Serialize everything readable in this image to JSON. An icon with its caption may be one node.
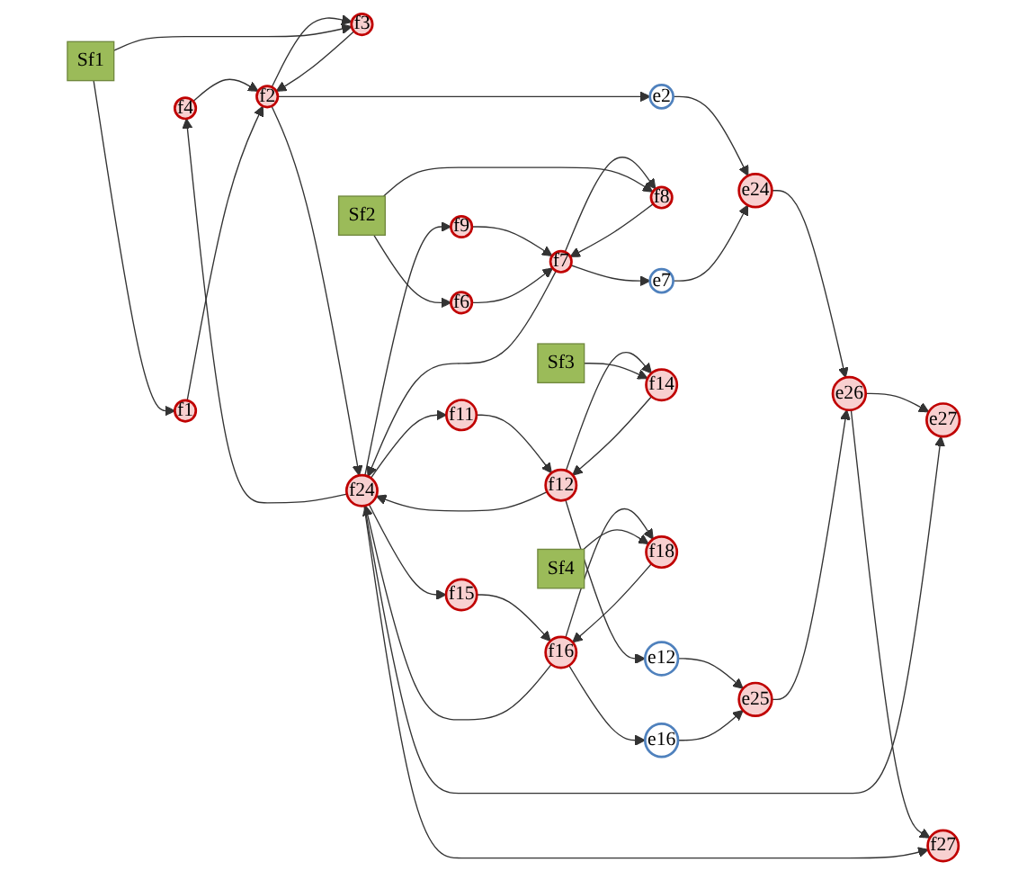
{
  "diagram": {
    "nodes": [
      {
        "text": [
          "f4"
        ]
      },
      {
        "text": [
          "Sf1"
        ]
      },
      {
        "text": [
          "f2"
        ]
      },
      {
        "text": [
          "f1"
        ]
      },
      {
        "text": [
          "f3"
        ]
      },
      {
        "text": [
          "f9"
        ]
      },
      {
        "text": [
          "Sf2"
        ]
      },
      {
        "text": [
          "f7"
        ]
      },
      {
        "text": [
          "e2"
        ]
      },
      {
        "text": [
          "e24"
        ]
      },
      {
        "text": [
          "f6"
        ]
      },
      {
        "text": [
          "f8"
        ]
      },
      {
        "text": [
          "e7"
        ]
      },
      {
        "text": [
          "Sf3"
        ]
      },
      {
        "text": [
          "f14"
        ]
      },
      {
        "text": [
          "f12"
        ]
      },
      {
        "text": [
          "e26"
        ]
      },
      {
        "text": [
          "e27"
        ]
      },
      {
        "text": [
          "f11"
        ]
      },
      {
        "text": [
          "f18"
        ]
      },
      {
        "text": [
          "Sf4"
        ]
      },
      {
        "text": [
          "f15"
        ]
      },
      {
        "text": [
          "e12"
        ]
      },
      {
        "text": [
          "f27"
        ]
      },
      {
        "text": [
          "e25"
        ]
      },
      {
        "text": [
          "f16"
        ]
      },
      {
        "text": [
          "e16"
        ]
      },
      {
        "text": [
          "f24"
        ]
      }
    ],
    "edges": [
      {
        "from": 1,
        "to": 3,
        "arrow": "to"
      },
      {
        "from": 0,
        "to": 2,
        "arrow": "to"
      },
      {
        "from": 3,
        "to": 2,
        "arrow": "to"
      },
      {
        "from": 4,
        "to": 2,
        "arrow": "to"
      },
      {
        "from": 2,
        "to": 4,
        "arrow": "to"
      },
      {
        "from": 1,
        "to": 4,
        "arrow": "to"
      },
      {
        "from": 2,
        "to": 8,
        "arrow": "to"
      },
      {
        "from": 8,
        "to": 9,
        "arrow": "to"
      },
      {
        "from": 12,
        "to": 9,
        "arrow": "to"
      },
      {
        "from": 7,
        "to": 12,
        "arrow": "to"
      },
      {
        "from": 5,
        "to": 7,
        "arrow": "to"
      },
      {
        "from": 10,
        "to": 7,
        "arrow": "to"
      },
      {
        "from": 11,
        "to": 7,
        "arrow": "to"
      },
      {
        "from": 6,
        "to": 10,
        "arrow": "to"
      },
      {
        "from": 7,
        "to": 11,
        "arrow": "to"
      },
      {
        "from": 6,
        "to": 11,
        "arrow": "to"
      },
      {
        "from": 9,
        "to": 16,
        "arrow": "to"
      },
      {
        "from": 24,
        "to": 16,
        "arrow": "to"
      },
      {
        "from": 16,
        "to": 17,
        "arrow": "to"
      },
      {
        "from": 16,
        "to": 23,
        "arrow": "to"
      },
      {
        "from": 27,
        "to": 17,
        "arrow": "to"
      },
      {
        "from": 27,
        "to": 23,
        "arrow": "to"
      },
      {
        "from": 14,
        "to": 15,
        "arrow": "to"
      },
      {
        "from": 18,
        "to": 15,
        "arrow": "to"
      },
      {
        "from": 15,
        "to": 14,
        "arrow": "to"
      },
      {
        "from": 13,
        "to": 14,
        "arrow": "to"
      },
      {
        "from": 15,
        "to": 22,
        "arrow": "to"
      },
      {
        "from": 22,
        "to": 24,
        "arrow": "to"
      },
      {
        "from": 26,
        "to": 24,
        "arrow": "to"
      },
      {
        "from": 25,
        "to": 26,
        "arrow": "to"
      },
      {
        "from": 19,
        "to": 25,
        "arrow": "to"
      },
      {
        "from": 21,
        "to": 25,
        "arrow": "to"
      },
      {
        "from": 25,
        "to": 19,
        "arrow": "to"
      },
      {
        "from": 20,
        "to": 19,
        "arrow": "to"
      },
      {
        "from": 27,
        "to": 21,
        "arrow": "to"
      },
      {
        "from": 27,
        "to": 18,
        "arrow": "to"
      },
      {
        "from": 27,
        "to": 5,
        "arrow": "to"
      },
      {
        "from": 27,
        "to": 0,
        "arrow": "to"
      },
      {
        "from": 2,
        "to": 27,
        "arrow": "to"
      },
      {
        "from": 7,
        "to": 27,
        "arrow": "to"
      },
      {
        "from": 15,
        "to": 27,
        "arrow": "to"
      },
      {
        "from": 25,
        "to": 27,
        "arrow": "to"
      }
    ]
  }
}
